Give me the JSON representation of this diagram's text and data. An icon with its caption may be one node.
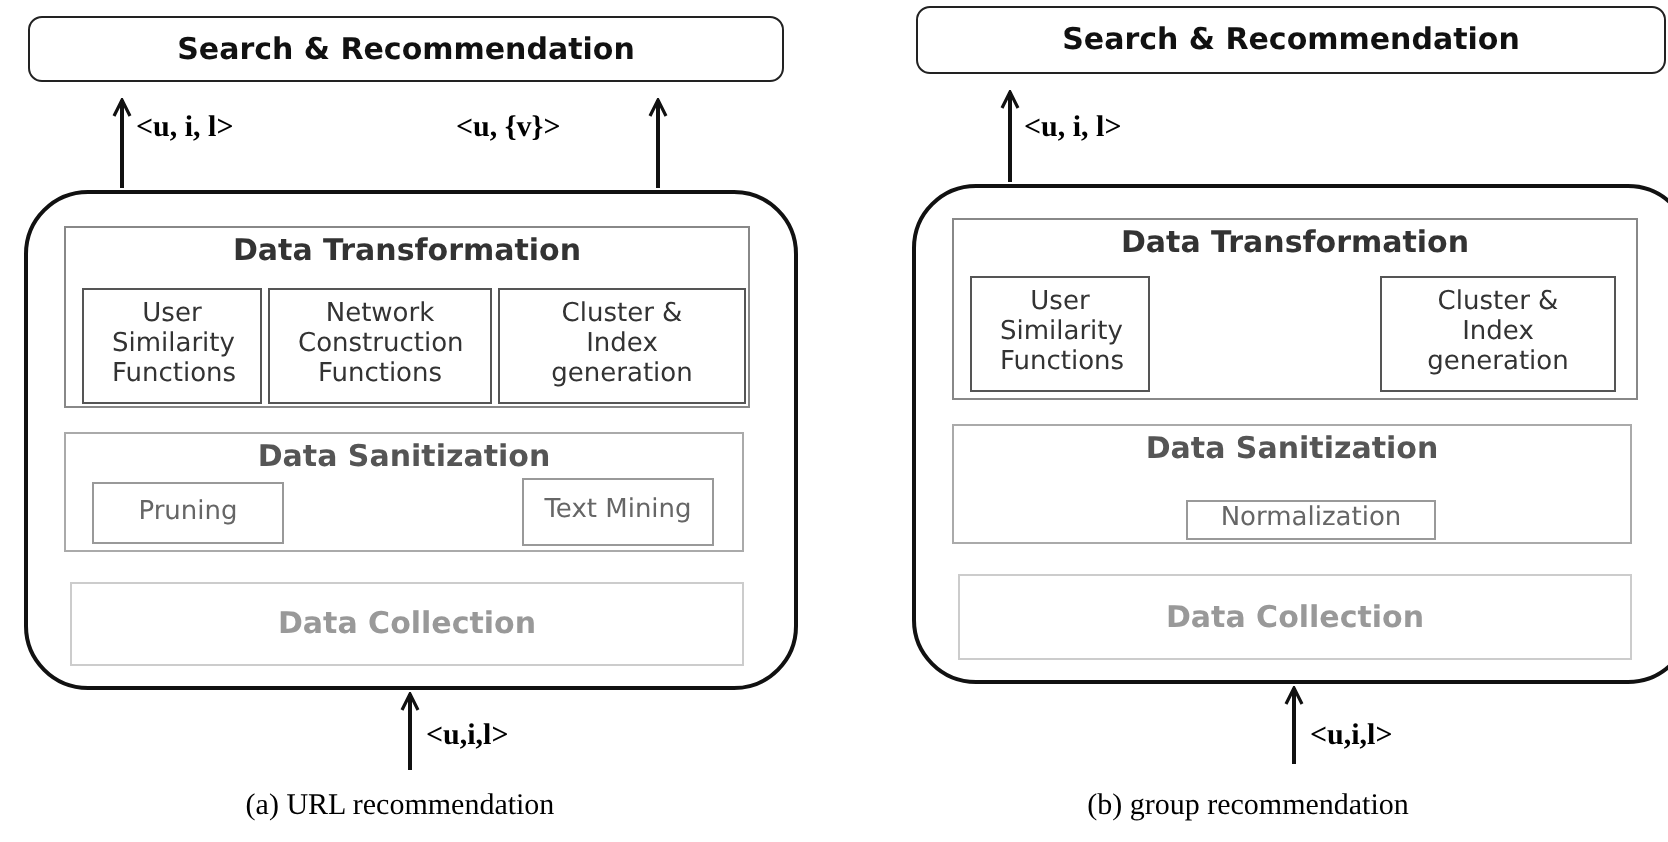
{
  "diagram": {
    "nodes": [
      {
        "text": [
          "Search & Recommendation"
        ]
      },
      {
        "text": [],
        "shape": "box"
      },
      {
        "text": [
          "Data Transformation"
        ],
        "in": 1
      },
      {
        "text": [
          "User Similarity Functions"
        ],
        "in": 2
      },
      {
        "text": [
          "Network Construction Functions"
        ],
        "in": 2
      },
      {
        "text": [
          "Cluster & Index generation"
        ],
        "in": 2
      },
      {
        "text": [
          "Data Sanitization"
        ],
        "in": 1
      },
      {
        "text": [
          "Pruning"
        ],
        "in": 6
      },
      {
        "text": [
          "Text Mining"
        ],
        "in": 6
      },
      {
        "text": [
          "Data Collection"
        ],
        "in": 1
      },
      {
        "text": [
          "Search & Recommendation"
        ]
      },
      {
        "text": [],
        "shape": "box"
      },
      {
        "text": [
          "Data Transformation"
        ],
        "in": 11
      },
      {
        "text": [
          "User Similarity Functions"
        ],
        "in": 12
      },
      {
        "text": [
          "Cluster & Index generation"
        ],
        "in": 12
      },
      {
        "text": [
          "Data Sanitization"
        ],
        "in": 11
      },
      {
        "text": [
          "Normalization"
        ],
        "in": 15
      },
      {
        "text": [
          "Data Collection"
        ],
        "in": 11
      }
    ],
    "edges": [
      {
        "from": 1,
        "to": 0,
        "arrow": "to",
        "label": "<u, i, l>"
      },
      {
        "from": 1,
        "to": 0,
        "arrow": "to",
        "label": "<u, {v}>"
      },
      {
        "from": null,
        "to": 1,
        "arrow": "to",
        "label": "<u,i,l>"
      },
      {
        "from": 11,
        "to": 10,
        "arrow": "to",
        "label": "<u, i, l>"
      },
      {
        "from": null,
        "to": 11,
        "arrow": "to",
        "label": "<u,i,l>"
      }
    ],
    "labels": [
      "(a) URL recommendation",
      "(b) group recommendation"
    ]
  }
}
